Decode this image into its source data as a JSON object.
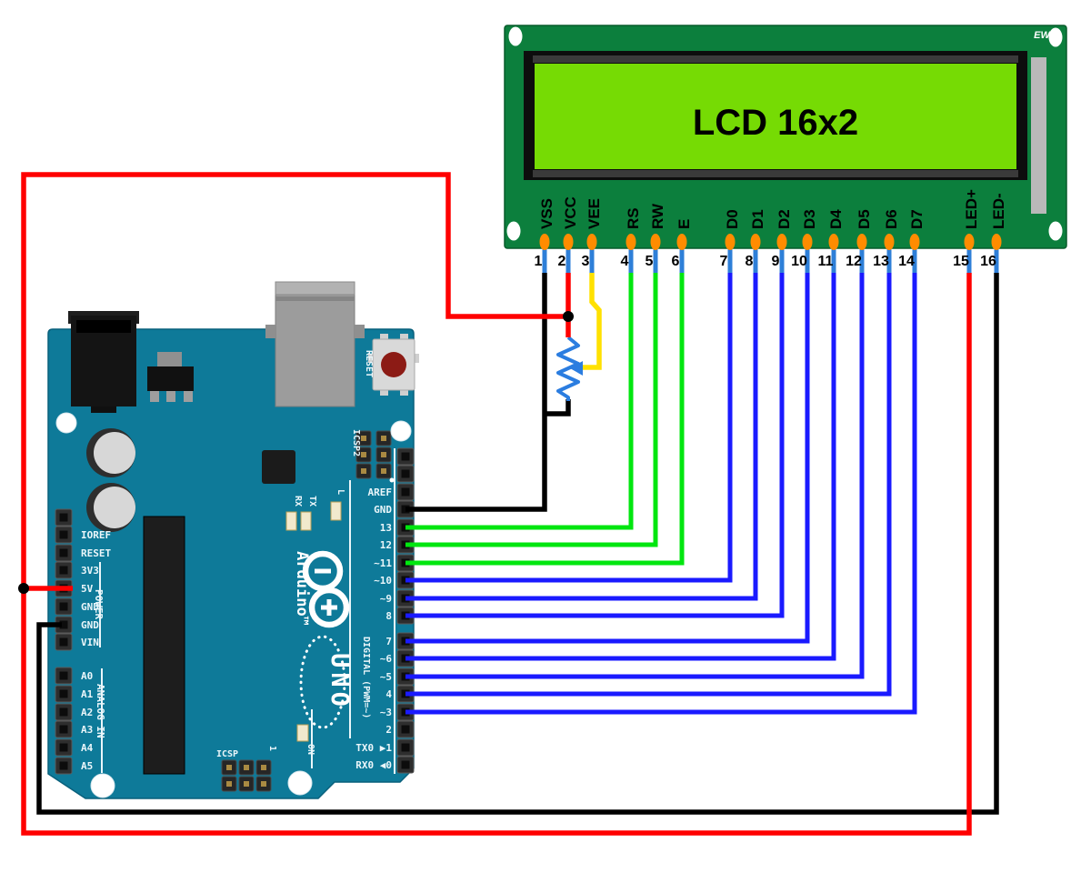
{
  "lcd": {
    "title": "LCD 16x2",
    "logo": "EW",
    "pins": [
      {
        "num": "1",
        "label": "VSS",
        "wire": "black"
      },
      {
        "num": "2",
        "label": "VCC",
        "wire": "red"
      },
      {
        "num": "3",
        "label": "VEE",
        "wire": "yellow"
      },
      {
        "num": "4",
        "label": "RS",
        "wire": "green"
      },
      {
        "num": "5",
        "label": "RW",
        "wire": "green"
      },
      {
        "num": "6",
        "label": "E",
        "wire": "green"
      },
      {
        "num": "7",
        "label": "D0",
        "wire": "blue"
      },
      {
        "num": "8",
        "label": "D1",
        "wire": "blue"
      },
      {
        "num": "9",
        "label": "D2",
        "wire": "blue"
      },
      {
        "num": "10",
        "label": "D3",
        "wire": "blue"
      },
      {
        "num": "11",
        "label": "D4",
        "wire": "blue"
      },
      {
        "num": "12",
        "label": "D5",
        "wire": "blue"
      },
      {
        "num": "13",
        "label": "D6",
        "wire": "blue"
      },
      {
        "num": "14",
        "label": "D7",
        "wire": "blue"
      },
      {
        "num": "15",
        "label": "LED+",
        "wire": "red"
      },
      {
        "num": "16",
        "label": "LED-",
        "wire": "black"
      }
    ]
  },
  "arduino": {
    "brand": "Arduino™",
    "model": "UNO",
    "reset_label": "RESET",
    "icsp2_label": "ICSP2",
    "icsp_label": "ICSP",
    "icsp_pin1_label": "1",
    "aref_area_labels": [
      "AREF",
      "GND"
    ],
    "rx_label": "RX",
    "tx_label": "TX",
    "l_label": "L",
    "on_label": "ON",
    "digital_label": "DIGITAL (PWM=~)",
    "power_label": "POWER",
    "analog_label": "ANALOG IN",
    "right_pins_upper": [
      "AREF",
      "GND",
      "13",
      "12",
      "~11",
      "~10",
      "~9",
      "8"
    ],
    "right_pins_lower": [
      "7",
      "~6",
      "~5",
      "4",
      "~3",
      "2",
      "TX0 ▶1",
      "RX0 ◀0"
    ],
    "power_pins": [
      "IOREF",
      "RESET",
      "3V3",
      "5V",
      "GND",
      "GND",
      "VIN"
    ],
    "analog_pins": [
      "A0",
      "A1",
      "A2",
      "A3",
      "A4",
      "A5"
    ]
  },
  "connections": [
    {
      "from": "Arduino 5V",
      "to": "LCD 2 VCC + LCD 15 LED+",
      "color": "red"
    },
    {
      "from": "Arduino GND (power)",
      "to": "LCD 16 LED-",
      "color": "black"
    },
    {
      "from": "Arduino GND (digital)",
      "to": "LCD 1 VSS + potentiometer end",
      "color": "black"
    },
    {
      "from": "Potentiometer wiper",
      "to": "LCD 3 VEE",
      "color": "yellow"
    },
    {
      "from": "Arduino 13",
      "to": "LCD 4 RS",
      "color": "green"
    },
    {
      "from": "Arduino 12",
      "to": "LCD 5 RW",
      "color": "green"
    },
    {
      "from": "Arduino ~11",
      "to": "LCD 6 E",
      "color": "green"
    },
    {
      "from": "Arduino ~10",
      "to": "LCD 7 D0",
      "color": "blue"
    },
    {
      "from": "Arduino ~9",
      "to": "LCD 8 D1",
      "color": "blue"
    },
    {
      "from": "Arduino 8",
      "to": "LCD 9 D2",
      "color": "blue"
    },
    {
      "from": "Arduino 7",
      "to": "LCD 10 D3",
      "color": "blue"
    },
    {
      "from": "Arduino ~6",
      "to": "LCD 11 D4",
      "color": "blue"
    },
    {
      "from": "Arduino ~5",
      "to": "LCD 12 D5",
      "color": "blue"
    },
    {
      "from": "Arduino 4",
      "to": "LCD 13 D6",
      "color": "blue"
    },
    {
      "from": "Arduino ~3",
      "to": "LCD 14 D7",
      "color": "blue"
    }
  ],
  "colors": {
    "board_teal": "#0e7a99",
    "lcd_pcb_green": "#0c7f3d",
    "lcd_screen_green": "#76db04",
    "wire_red": "#ff0000",
    "wire_black": "#000000",
    "wire_green": "#00e60f",
    "wire_blue": "#1a1aff",
    "wire_yellow": "#ffe100",
    "pad_orange": "#ff8c00",
    "stub_blue": "#2e7fd8"
  }
}
